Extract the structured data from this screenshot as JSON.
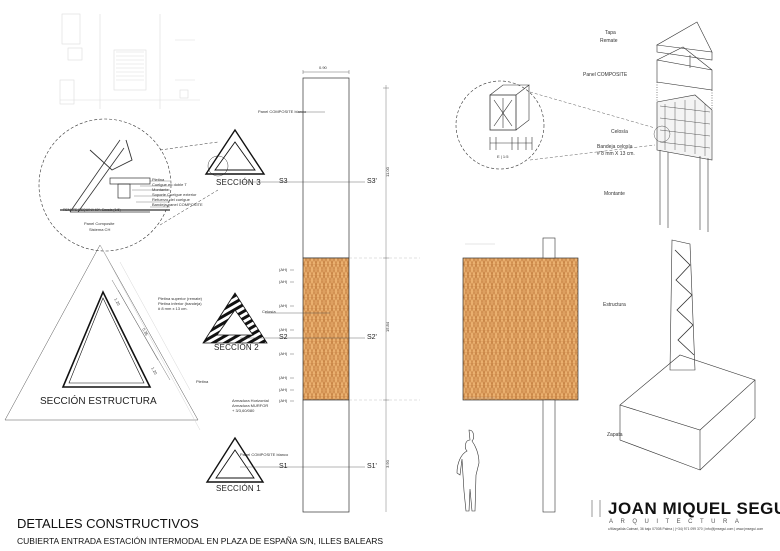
{
  "sheet": {
    "title": "DETALLES CONSTRUCTIVOS",
    "subtitle": "CUBIERTA ENTRADA ESTACIÓN INTERMODAL EN PLAZA DE ESPAÑA S/N, ILLES BALEARS"
  },
  "logo": {
    "name": "JOAN MIQUEL SEGUI",
    "tagline": "ARQUITECTURA",
    "address": "c/Margalida Caimari, 36 bajo 07008 Palma | (+34) 971 099 370 | info@jmsegui.com | www.jmsegui.com"
  },
  "detail_corner": {
    "caption": "REMATE ESQUINA 60º. Escala (1:5)",
    "system": [
      "Panel Composite",
      "Sistema CH"
    ],
    "labels": [
      "Pletina",
      "Cuelgue en doble T",
      "Montante",
      "Soporte Cuelgue exterior",
      "Refuerzo del cuelgue",
      "Bandeja panel COMPOSITE"
    ]
  },
  "sections": {
    "s3": "SECCIÓN 3",
    "s2": "SECCIÓN 2",
    "s1": "SECCIÓN 1",
    "estructura": "SECCIÓN ESTRUCTURA"
  },
  "estructura_labels": {
    "pletinas": [
      "Pletina superior (remate)",
      "Pletina inferior (bandeja)",
      "# 8 mm x 13 cm."
    ],
    "pletina": "Pletina",
    "dims": [
      "1.20",
      "0.35",
      "1.20"
    ]
  },
  "elevation": {
    "width_dim": "0.90",
    "panel_top": "Panel COMPOSITE blanco",
    "panel_bottom": "Panel COMPOSITE blanco",
    "celosia": "Celosía",
    "armadura": [
      "Armadura Horizontal",
      "Armadura MURFOR",
      "+ 3/3,60/080"
    ],
    "ah": "(AH)",
    "cuts": {
      "s3": "S3",
      "s3p": "S3'",
      "s2": "S2",
      "s2p": "S2'",
      "s1": "S1",
      "s1p": "S1'"
    },
    "dims": [
      "11.00",
      "15.84",
      "3.90"
    ]
  },
  "axonometric": {
    "labels": [
      "Tapa",
      "Remate",
      "Panel COMPOSITE",
      "Celosía",
      "Bandeja celosía",
      "# 8 mm X 13 cm.",
      "Montante",
      "Estructura",
      "Zapata"
    ],
    "detail_scale": "E | 1:5"
  },
  "colors": {
    "celosia": "#e9a968",
    "line": "#333333"
  }
}
